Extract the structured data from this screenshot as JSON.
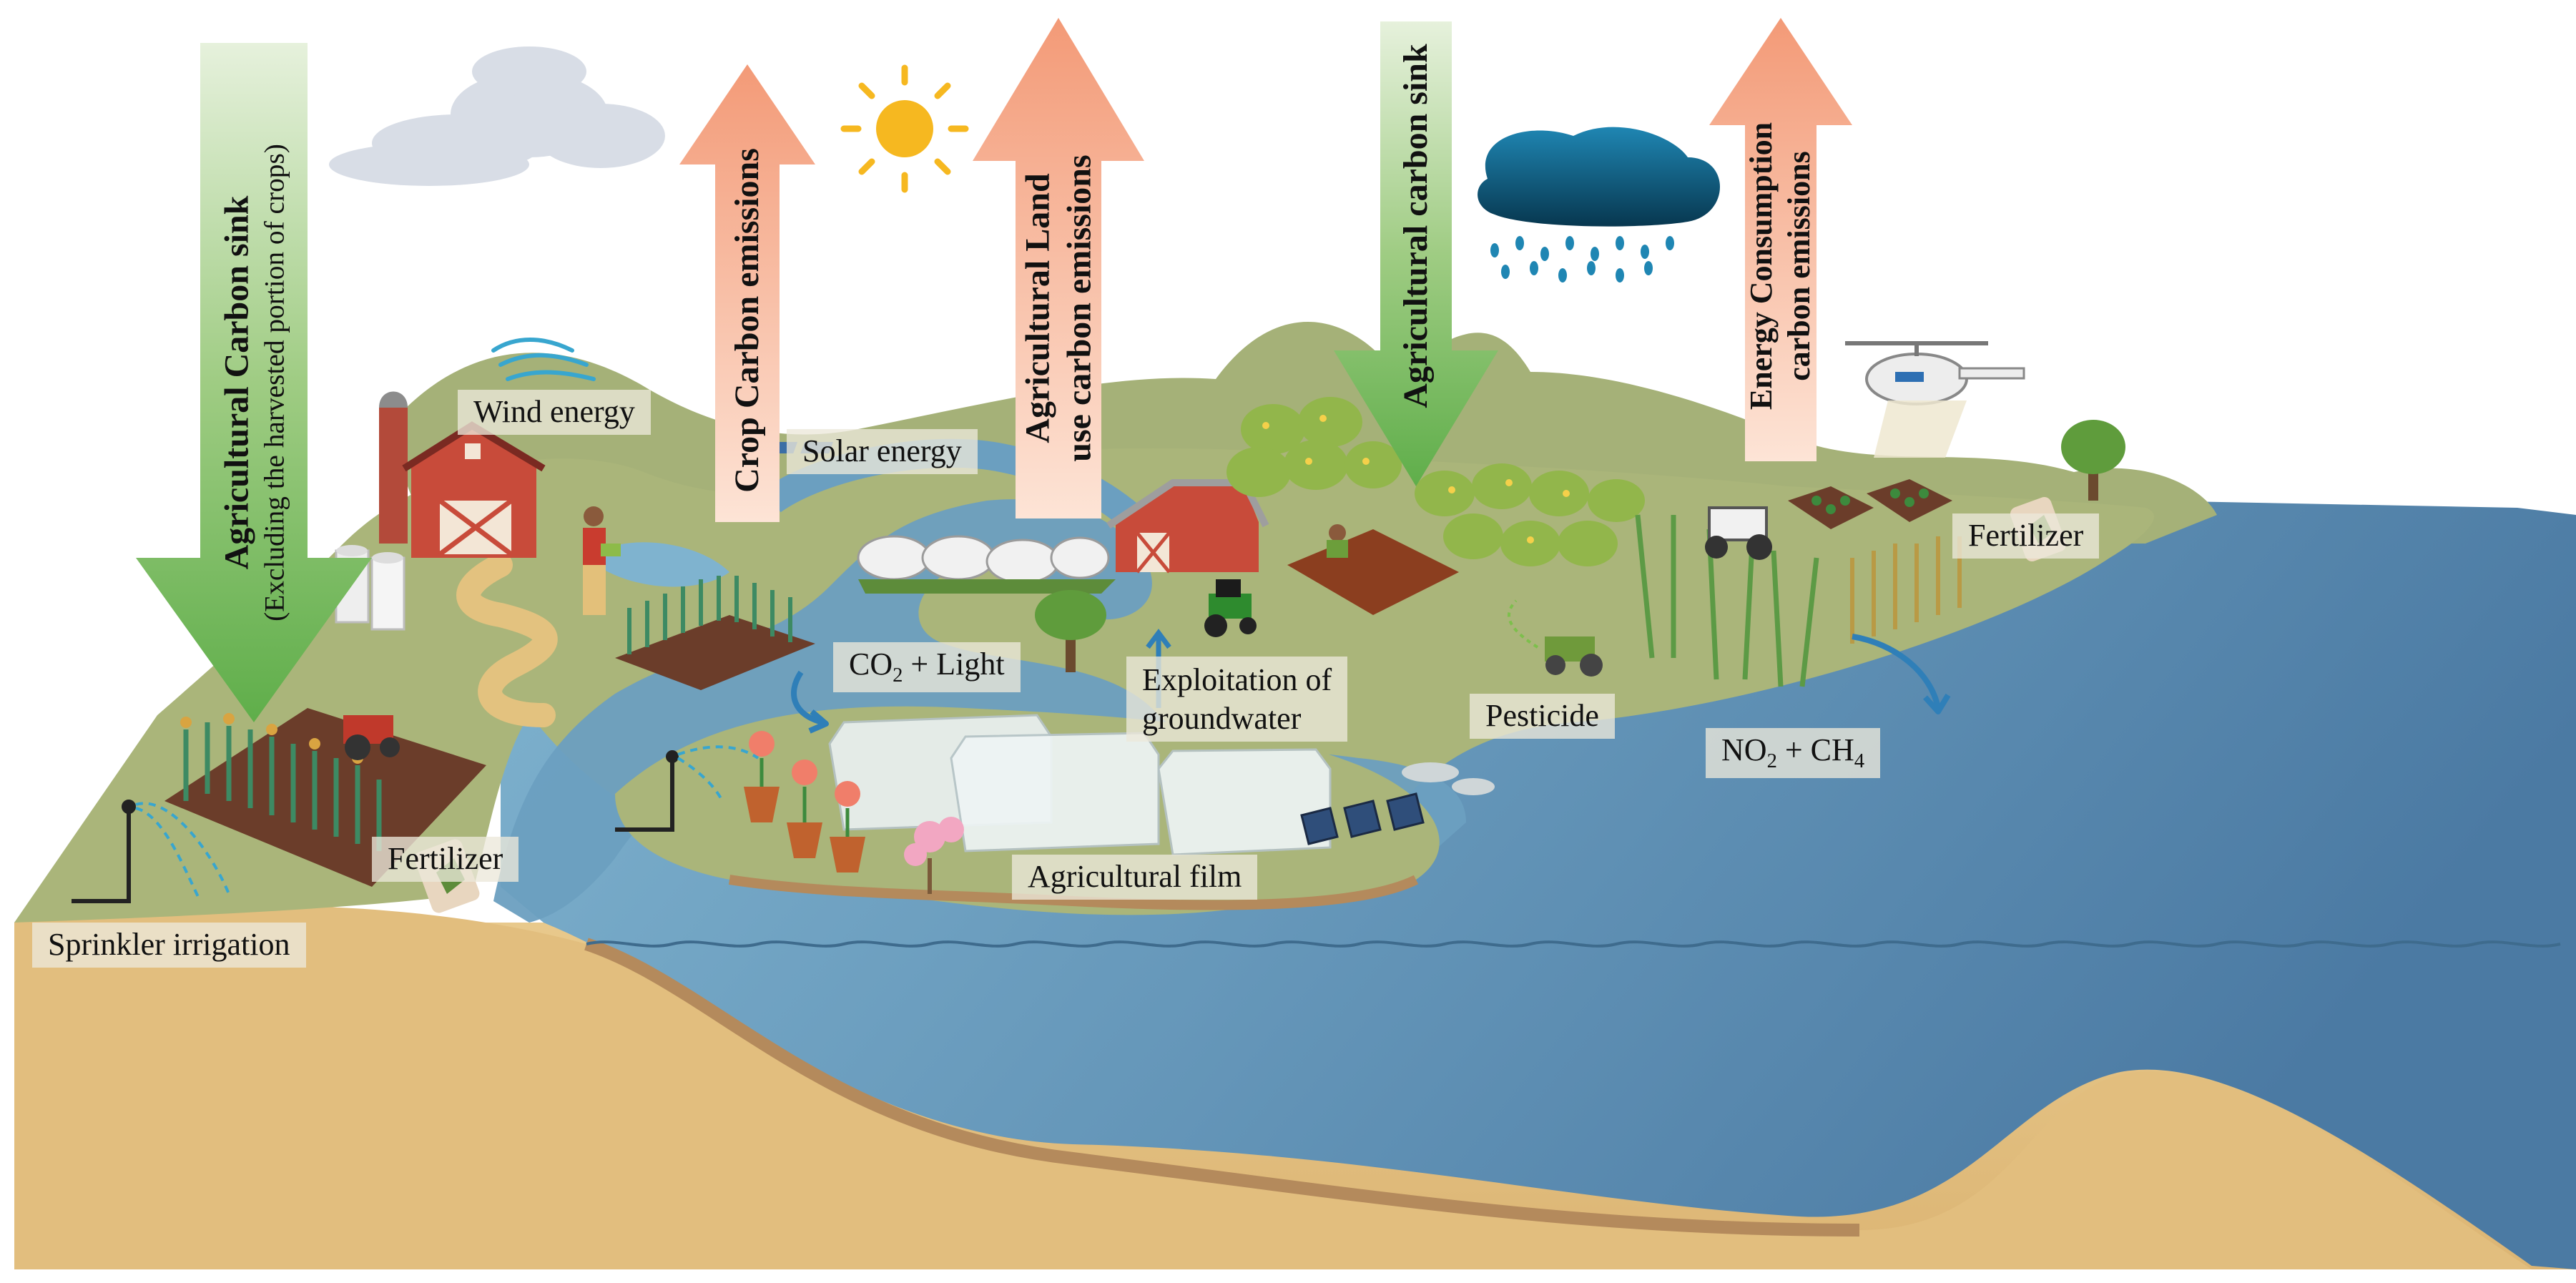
{
  "arrows": {
    "carbon_sink_left": {
      "title": "Agricultural Carbon sink",
      "subtitle": "(Excluding the harvested portion of crops)",
      "color": "#5fae4a"
    },
    "crop_emissions": {
      "title": "Crop Carbon emissions",
      "color": "#f4a483"
    },
    "land_use_emissions": {
      "line1": "Agricultural Land",
      "line2": "use carbon emissions",
      "color": "#f4a483"
    },
    "carbon_sink_right": {
      "title": "Agricultural carbon sink",
      "color": "#5fae4a"
    },
    "energy_emissions": {
      "line1": "Energy Consumption",
      "line2": "carbon emissions",
      "color": "#f4a483"
    }
  },
  "labels": {
    "wind_energy": "Wind energy",
    "solar_energy": "Solar energy",
    "co2_light": {
      "prefix": "CO",
      "sub": "2",
      "suffix": " + Light"
    },
    "groundwater": {
      "line1": "Exploitation of",
      "line2": "groundwater"
    },
    "pesticide": "Pesticide",
    "no2_ch4": {
      "a": "NO",
      "a_sub": "2",
      "mid": " + CH",
      "b_sub": "4"
    },
    "fertilizer_right": "Fertilizer",
    "fertilizer_left": "Fertilizer",
    "agricultural_film": "Agricultural film",
    "sprinkler_irrigation": "Sprinkler irrigation"
  },
  "colors": {
    "water": "#5b8cb0",
    "land": "#aab57a",
    "soil": "#e3bf7d",
    "sky_cloud": "#1d6e93"
  }
}
